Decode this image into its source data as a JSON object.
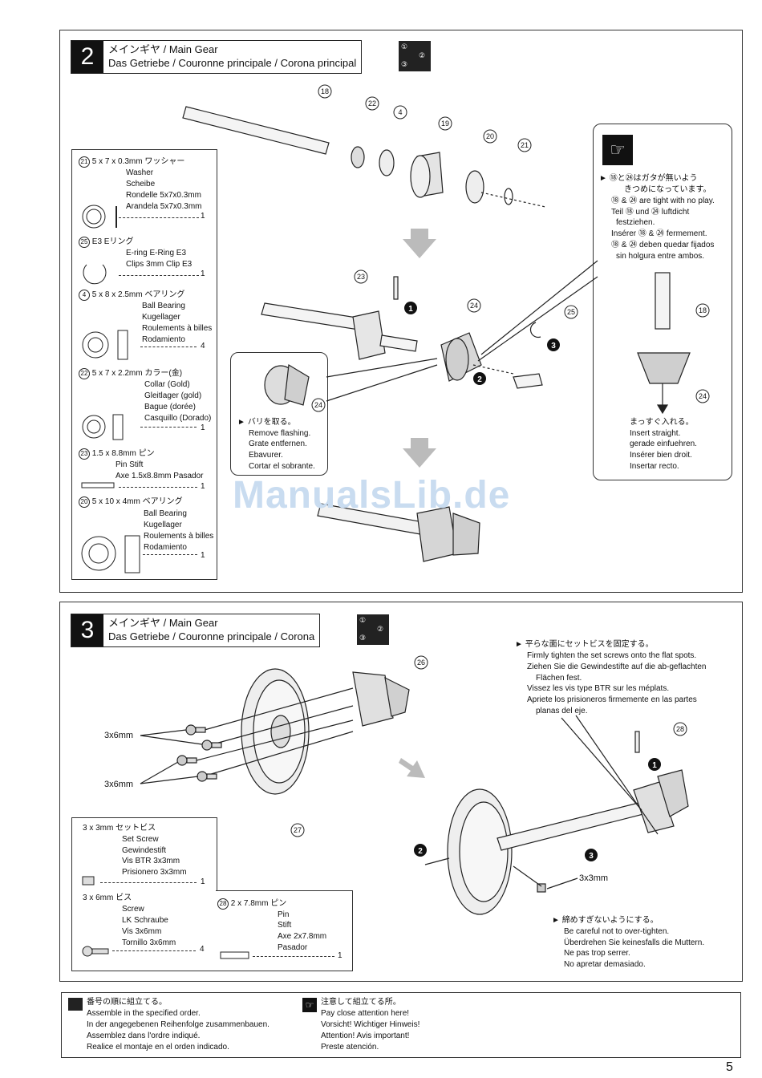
{
  "step2": {
    "number": "2",
    "title_line1": "メインギヤ / Main Gear",
    "title_line2": "Das Getriebe / Couronne principale / Corona principal",
    "seq_icon": "sequence-order-icon",
    "parts": [
      {
        "id": "21",
        "spec": "5 x 7 x 0.3mm",
        "jp": "ワッシャー",
        "names": [
          "Washer",
          "Scheibe",
          "Rondelle 5x7x0.3mm",
          "Arandela 5x7x0.3mm"
        ],
        "qty": "1"
      },
      {
        "id": "25",
        "spec": "E3",
        "jp": "Eリング",
        "names": [
          "E-ring    E-Ring E3",
          "Clips 3mm    Clip E3"
        ],
        "qty": "1"
      },
      {
        "id": "4",
        "spec": "5 x 8 x 2.5mm",
        "jp": "ベアリング",
        "names": [
          "Ball Bearing",
          "Kugellager",
          "Roulements à billes",
          "Rodamiento"
        ],
        "qty": "4"
      },
      {
        "id": "22",
        "spec": "5 x 7 x 2.2mm",
        "jp": "カラー(金)",
        "names": [
          "Collar (Gold)",
          "Gleitlager (gold)",
          "Bague (dorée)",
          "Casquillo (Dorado)"
        ],
        "qty": "1"
      },
      {
        "id": "23",
        "spec": "1.5 x 8.8mm",
        "jp": "ピン",
        "names": [
          "Pin    Stift",
          "Axe 1.5x8.8mm    Pasador"
        ],
        "qty": "1"
      },
      {
        "id": "20",
        "spec": "5 x 10 x 4mm",
        "jp": "ベアリング",
        "names": [
          "Ball Bearing",
          "Kugellager",
          "Roulements à billes",
          "Rodamiento"
        ],
        "qty": "1"
      }
    ],
    "diagram_labels": [
      "18",
      "22",
      "4",
      "19",
      "20",
      "21",
      "23",
      "24",
      "25",
      "24",
      "18",
      "24"
    ],
    "action_nums": [
      "1",
      "2",
      "3"
    ],
    "flash_note": [
      "バリを取る。",
      "Remove flashing.",
      "Grate entfernen.",
      "Ebavurer.",
      "Cortar el sobrante."
    ],
    "tight_note": [
      "⑱と㉔はガタが無いよう",
      "きつめになっています。",
      "⑱ & ㉔ are tight with no play.",
      "Teil ⑱ und ㉔ luftdicht",
      "festziehen.",
      "Insérer ⑱ & ㉔ fermement.",
      "⑱ & ㉔ deben quedar fijados",
      "sin holgura entre ambos."
    ],
    "straight_note": [
      "まっすぐ入れる。",
      "Insert straight.",
      "gerade einfuehren.",
      "Insérer bien droit.",
      "Insertar recto."
    ]
  },
  "step3": {
    "number": "3",
    "title_line1": "メインギヤ / Main Gear",
    "title_line2": "Das Getriebe / Couronne principale / Corona",
    "screw_labels": [
      "3x6mm",
      "3x6mm",
      "3x3mm"
    ],
    "diagram_labels": [
      "26",
      "27",
      "28"
    ],
    "action_nums": [
      "1",
      "2",
      "3"
    ],
    "setscrew_note": [
      "平らな面にセットビスを固定する。",
      "Firmly tighten the set screws onto the flat spots.",
      "Ziehen Sie die Gewindestifte auf die ab-geflachten",
      "Flächen fest.",
      "Vissez les vis type BTR sur les méplats.",
      "Apriete los prisioneros firmemente en las partes",
      "planas del eje."
    ],
    "overtighten_note": [
      "締めすぎないようにする。",
      "Be careful not to over-tighten.",
      "Überdrehen Sie keinesfalls die Muttern.",
      "Ne pas trop serrer.",
      "No apretar demasiado."
    ],
    "parts": [
      {
        "spec": "3 x 3mm",
        "jp": "セットビス",
        "names": [
          "Set Screw",
          "Gewindestift",
          "Vis BTR 3x3mm",
          "Prisionero 3x3mm"
        ],
        "qty": "1"
      },
      {
        "spec": "3 x 6mm",
        "jp": "ビス",
        "names": [
          "Screw",
          "LK Schraube",
          "Vis 3x6mm",
          "Tornillo 3x6mm"
        ],
        "qty": "4"
      },
      {
        "id": "28",
        "spec": "2 x 7.8mm",
        "jp": "ピン",
        "names": [
          "Pin",
          "Stift",
          "Axe 2x7.8mm",
          "Pasador"
        ],
        "qty": "1"
      }
    ]
  },
  "watermark": "ManualsLib.de",
  "footer": {
    "left": [
      "番号の順に組立てる。",
      "Assemble in the specified order.",
      "In der angegebenen Reihenfolge zusammenbauen.",
      "Assemblez dans l'ordre indiqué.",
      "Realice el montaje en el orden indicado."
    ],
    "right": [
      "注意して組立てる所。",
      "Pay close attention here!",
      "Vorsicht!  Wichtiger Hinweis!",
      "Attention! Avis important!",
      "Preste atención."
    ]
  },
  "page_number": "5"
}
